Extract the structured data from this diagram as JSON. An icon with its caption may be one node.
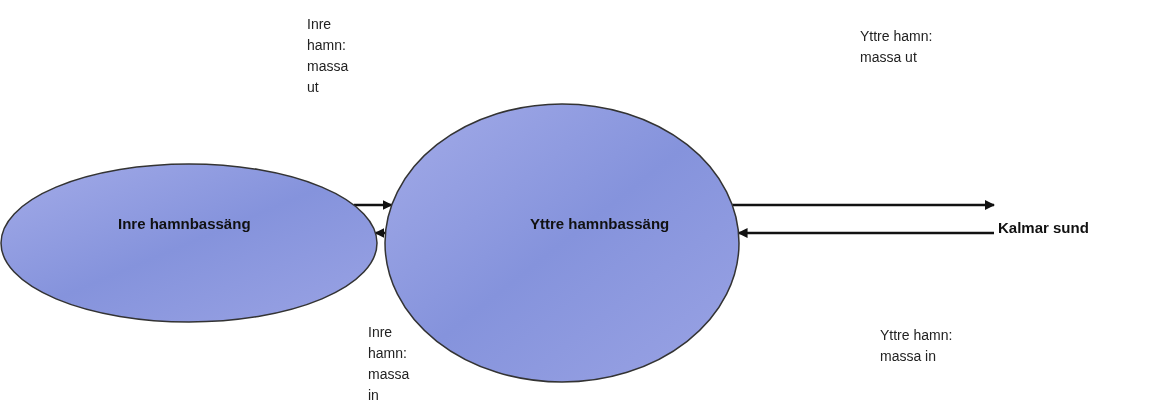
{
  "diagram": {
    "nodes": [
      {
        "text": [
          "Inre hamnbassäng"
        ]
      },
      {
        "text": [
          "Yttre hamnbassäng"
        ]
      },
      {
        "text": [
          "Kalmar sund"
        ]
      }
    ],
    "edges": [
      {
        "from": 0,
        "to": 1,
        "arrow": "to"
      },
      {
        "from": 1,
        "to": 0,
        "arrow": "to"
      },
      {
        "from": 1,
        "to": 2,
        "arrow": "to"
      },
      {
        "from": 2,
        "to": 1,
        "arrow": "to"
      }
    ],
    "labels": [
      "Inre hamn: massa ut",
      "Yttre hamn: massa ut",
      "Yttre hamn: massa in",
      "Inre hamn: massa in"
    ]
  }
}
